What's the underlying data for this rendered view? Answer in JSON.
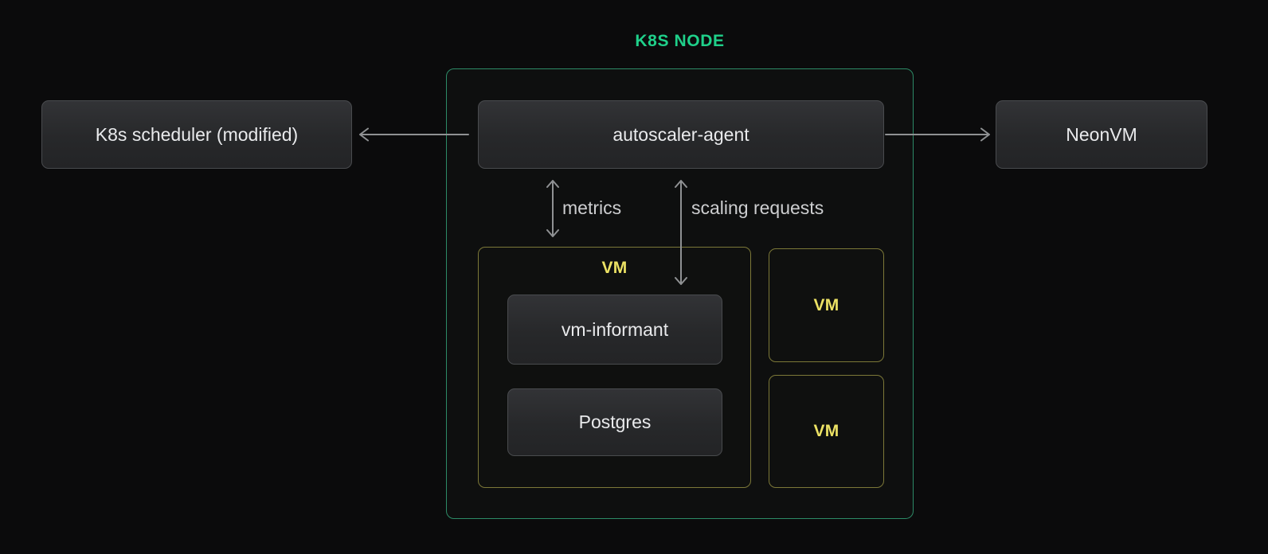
{
  "diagram": {
    "title": "K8S NODE",
    "nodes": {
      "scheduler": {
        "label": "K8s scheduler (modified)"
      },
      "autoscaler_agent": {
        "label": "autoscaler-agent"
      },
      "neonvm": {
        "label": "NeonVM"
      },
      "main_vm": {
        "label": "VM",
        "children": [
          "vm-informant",
          "Postgres"
        ]
      },
      "other_vms": [
        {
          "label": "VM"
        },
        {
          "label": "VM"
        }
      ]
    },
    "edges": {
      "agent_scheduler": {
        "direction": "left",
        "label": ""
      },
      "agent_neonvm": {
        "direction": "right",
        "label": ""
      },
      "metrics": {
        "direction": "both",
        "label": "metrics"
      },
      "scaling": {
        "direction": "both",
        "label": "scaling requests"
      }
    },
    "colors": {
      "background": "#0b0b0c",
      "accent_green_title": "#1fd08a",
      "container_border_green": "#2d8b67",
      "vm_border_yellow": "#7c7838",
      "vm_label_yellow": "#ece264",
      "node_box_bg_top": "#323336",
      "node_box_bg_bottom": "#232426",
      "node_box_border": "#494b4e",
      "node_text": "#e9eaec",
      "edge_label_text": "#cdced0",
      "arrow_gray": "#8f9193"
    }
  }
}
